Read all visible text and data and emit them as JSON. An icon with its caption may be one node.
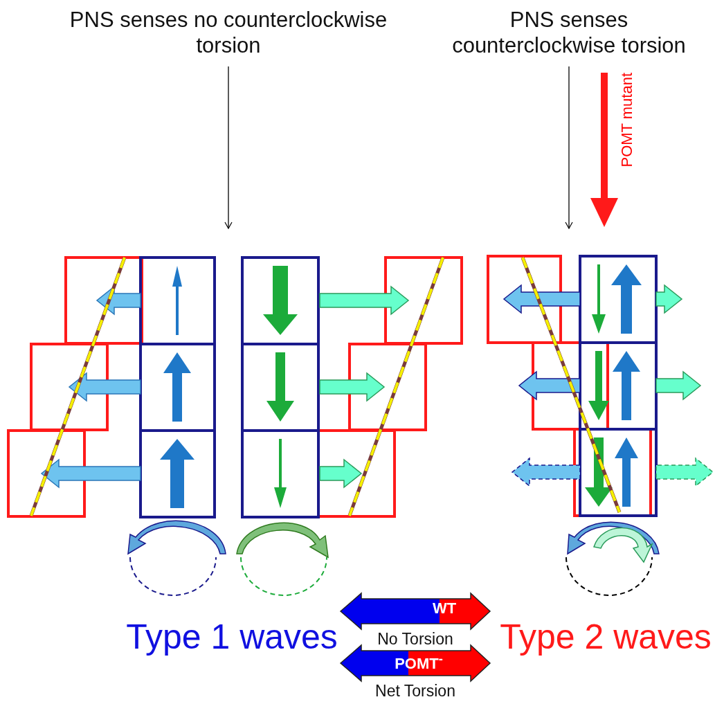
{
  "diagram": {
    "nodes": [
      {
        "text": [
          "PNS senses no counterclockwise torsion"
        ]
      },
      {
        "text": [
          "PNS senses counterclockwise torsion"
        ]
      }
    ],
    "edges": [
      {
        "from": 0,
        "to": null,
        "arrow": "to"
      },
      {
        "from": 1,
        "to": null,
        "arrow": "to"
      }
    ],
    "labels": [
      "POMT mutant",
      "Type 1 waves",
      "WT",
      "Type 2 waves",
      "No Torsion",
      "POMT$^{-}$",
      "Net Torsion"
    ]
  }
}
